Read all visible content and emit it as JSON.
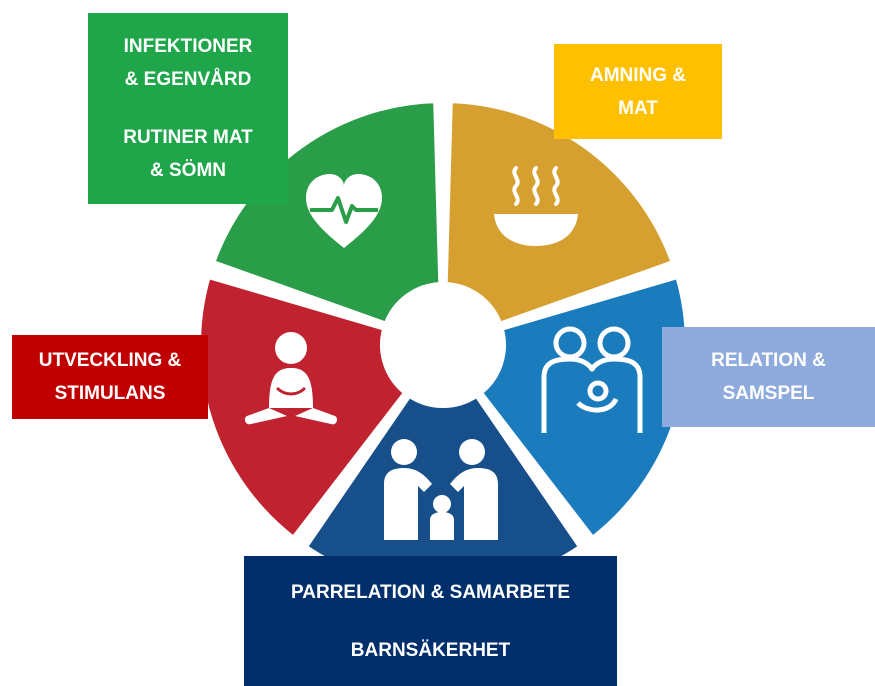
{
  "diagram": {
    "segments": [
      {
        "id": "health",
        "color": "#2a9d48",
        "icon": "heart-pulse-icon"
      },
      {
        "id": "food",
        "color": "#d6a030",
        "icon": "steaming-bowl-icon"
      },
      {
        "id": "relation",
        "color": "#1a7bbd",
        "icon": "parents-with-baby-icon"
      },
      {
        "id": "family",
        "color": "#164f8a",
        "icon": "family-protecting-child-icon"
      },
      {
        "id": "development",
        "color": "#c1222f",
        "icon": "sitting-baby-icon"
      }
    ],
    "labels": {
      "green": {
        "line1": "INFEKTIONER",
        "line2": "& EGENVÅRD",
        "line3": "RUTINER MAT",
        "line4": "& SÖMN",
        "color": "#1fa64a"
      },
      "yellow": {
        "line1": "AMNING &",
        "line2": "MAT",
        "color": "#ffc000"
      },
      "red": {
        "line1": "UTVECKLING &",
        "line2": "STIMULANS",
        "color": "#c00000"
      },
      "lightblue": {
        "line1": "RELATION &",
        "line2": "SAMSPEL",
        "color": "#8faadc"
      },
      "navy": {
        "line1": "PARRELATION & SAMARBETE",
        "line2": "BARNSÄKERHET",
        "color": "#002f6c"
      }
    }
  }
}
